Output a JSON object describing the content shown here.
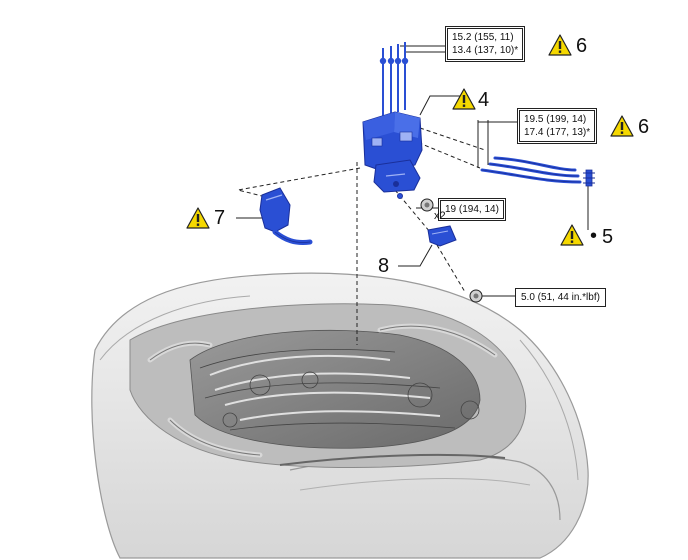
{
  "torque_specs": {
    "spec_6_top": {
      "line1": "15.2 (155, 11)",
      "line2": "13.4 (137, 10)*"
    },
    "spec_6_right": {
      "line1": "19.5 (199, 14)",
      "line2": "17.4 (177, 13)*"
    },
    "spec_bolt": {
      "line1": "19 (194, 14)"
    },
    "spec_nut": {
      "line1": "5.0 (51, 44 in.*lbf)"
    }
  },
  "callouts": {
    "c6_top": "6",
    "c4": "4",
    "c6_right": "6",
    "c7": "7",
    "c5": "5",
    "c8": "8",
    "bullet": "•"
  },
  "quantity": "x2",
  "colors": {
    "part_blue": "#2a4fd4",
    "part_blue_dark": "#1a2f9a",
    "warning_yellow": "#f5d800",
    "engine_gray": "#c8c8c8",
    "line": "#222222"
  },
  "icons": [
    "warning-icon",
    "bolt-icon",
    "nut-icon"
  ]
}
